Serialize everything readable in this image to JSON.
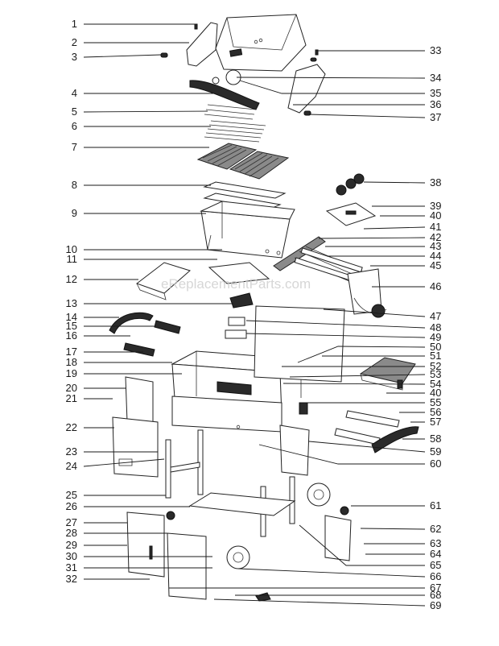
{
  "watermark": "eReplacementParts.com",
  "left_callouts": [
    "1",
    "2",
    "3",
    "4",
    "5",
    "6",
    "7",
    "8",
    "9",
    "10",
    "11",
    "12",
    "13",
    "14",
    "15",
    "16",
    "17",
    "18",
    "19",
    "20",
    "21",
    "22",
    "23",
    "24",
    "25",
    "26",
    "27",
    "28",
    "29",
    "30",
    "31",
    "32"
  ],
  "right_callouts": [
    "33",
    "34",
    "35",
    "36",
    "37",
    "38",
    "39",
    "40",
    "41",
    "42",
    "43",
    "44",
    "45",
    "46",
    "47",
    "48",
    "49",
    "50",
    "51",
    "52",
    "53",
    "54",
    "40",
    "55",
    "56",
    "57",
    "58",
    "59",
    "60",
    "61",
    "62",
    "63",
    "64",
    "65",
    "66",
    "67",
    "68",
    "69"
  ]
}
